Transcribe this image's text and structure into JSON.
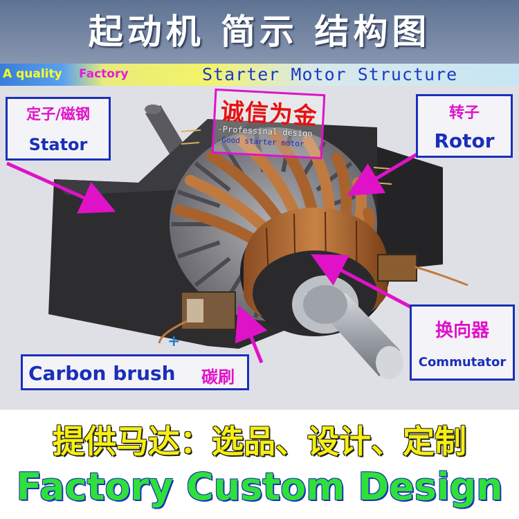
{
  "header": {
    "title": "起动机 简示 结构图",
    "quality": "A quality",
    "factory": "Factory",
    "structure": "Starter Motor Structure"
  },
  "stamp": {
    "big": "诚信为金",
    "line1": "-Professinal design",
    "line2": "-Good starter motor"
  },
  "callouts": {
    "stator_zh": "定子/磁钢",
    "stator_en": "Stator",
    "rotor_zh": "转子",
    "rotor_en": "Rotor",
    "commutator_zh": "换向器",
    "commutator_en": "Commutator",
    "brush_en": "Carbon brush",
    "brush_zh": "碳刷"
  },
  "footer": {
    "slogan_zh": "提供马达：选品、设计、定制",
    "slogan_en": "Factory Custom Design"
  },
  "colors": {
    "callout_border": "#1a2fb8",
    "callout_zh_text": "#e012c8",
    "arrow": "#e012c8",
    "stator": "#2b2b2b",
    "copper": "#b8703a"
  }
}
